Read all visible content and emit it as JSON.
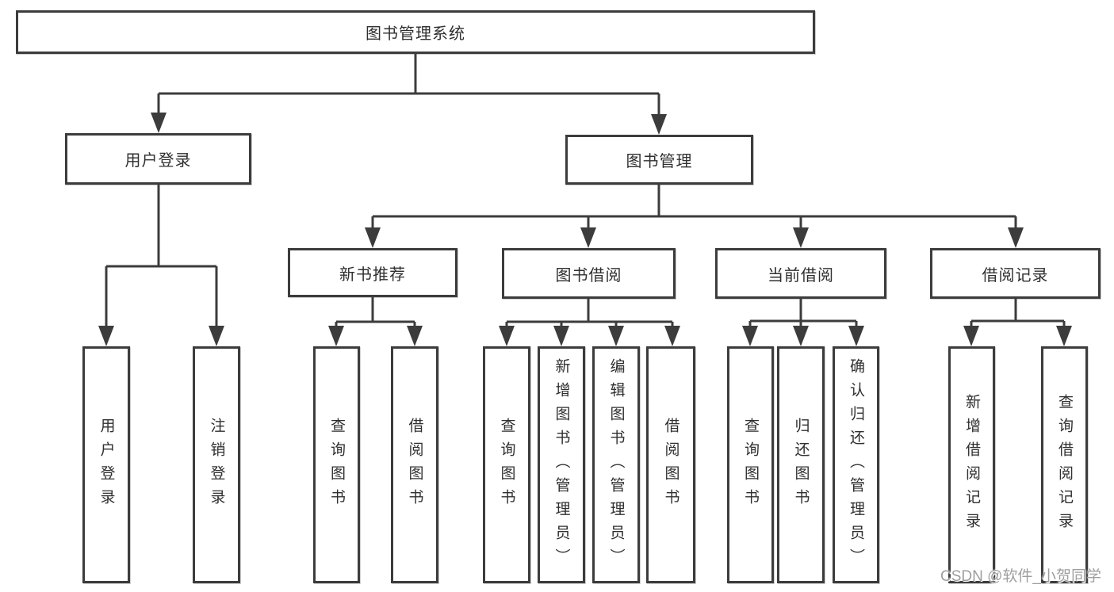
{
  "tree": {
    "label": "图书管理系统",
    "children": [
      {
        "label": "用户登录",
        "children": [
          {
            "label": "用户登录"
          },
          {
            "label": "注销登录"
          }
        ]
      },
      {
        "label": "图书管理",
        "children": [
          {
            "label": "新书推荐",
            "children": [
              {
                "label": "查询图书"
              },
              {
                "label": "借阅图书"
              }
            ]
          },
          {
            "label": "图书借阅",
            "children": [
              {
                "label": "查询图书"
              },
              {
                "label": "新增图书（管理员）"
              },
              {
                "label": "编辑图书（管理员）"
              },
              {
                "label": "借阅图书"
              }
            ]
          },
          {
            "label": "当前借阅",
            "children": [
              {
                "label": "查询图书"
              },
              {
                "label": "归还图书"
              },
              {
                "label": "确认归还（管理员）"
              }
            ]
          },
          {
            "label": "借阅记录",
            "children": [
              {
                "label": "新增借阅记录"
              },
              {
                "label": "查询借阅记录"
              }
            ]
          }
        ]
      }
    ]
  },
  "watermark": {
    "text": "CSDN @软件_小贺同学"
  },
  "colors": {
    "background": "#ffffff",
    "line": "#3c3c3c",
    "text": "#2f2f2f",
    "watermark": "#9e9e9e"
  }
}
